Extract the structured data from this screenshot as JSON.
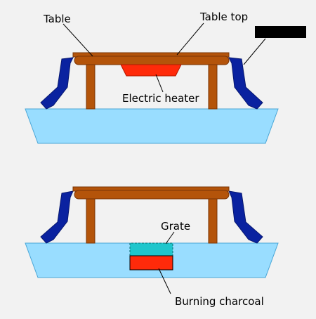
{
  "labels": {
    "table": "Table",
    "table_top": "Table top",
    "electric_heater": "Electric heater",
    "grate": "Grate",
    "burning_charcoal": "Burning charcoal"
  },
  "colors": {
    "background": "#f2f2f2",
    "floor_pit": "#99ddff",
    "wood": "#b4540a",
    "heater": "#ff2a0a",
    "blanket": "#0a22a0",
    "grate": "#1fc6cc",
    "charcoal": "#ff2a0a",
    "redacted_box": "#000000"
  }
}
